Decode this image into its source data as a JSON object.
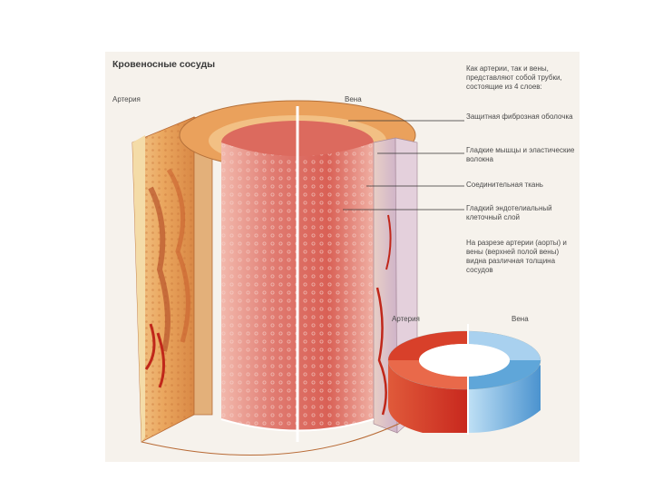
{
  "title": "Кровеносные сосуды",
  "labels": {
    "artery": "Артерия",
    "vein": "Вена"
  },
  "intro": "Как артерии, так и вены, представляют собой трубки, состоящие из 4 слоев:",
  "layers": [
    "Защитная фиброзная оболочка",
    "Гладкие мышцы и эластические волокна",
    "Соединительная ткань",
    "Гладкий эндотелиальный клеточный слой"
  ],
  "note": "На разрезе артерии (аорты) и вены (верхней полой вены) видна различная толщина сосудов",
  "cross_section": {
    "artery": "Артерия",
    "vein": "Вена"
  },
  "colors": {
    "artery": "#d8402a",
    "vein": "#5fa6d9",
    "wall": "#e9a15a",
    "lumen": "#e98a82",
    "plate": "#f6f2ec"
  }
}
